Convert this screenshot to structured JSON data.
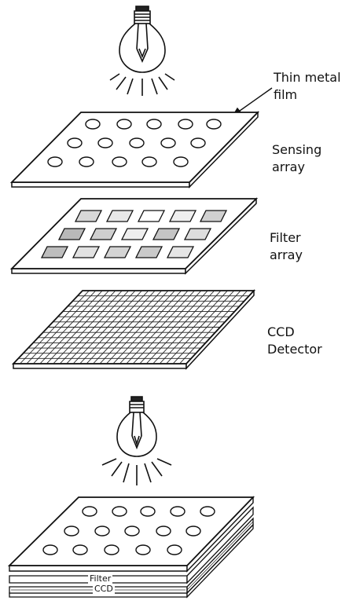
{
  "labels": {
    "thin_metal_film": [
      "Thin metal",
      "film"
    ],
    "sensing_array": [
      "Sensing",
      "array"
    ],
    "filter_array": [
      "Filter",
      "array"
    ],
    "ccd_detector": [
      "CCD",
      "Detector"
    ],
    "stack_filter": "Filter",
    "stack_ccd": "CCD"
  },
  "icons": [
    "light-bulb-icon",
    "light-bulb-icon"
  ]
}
